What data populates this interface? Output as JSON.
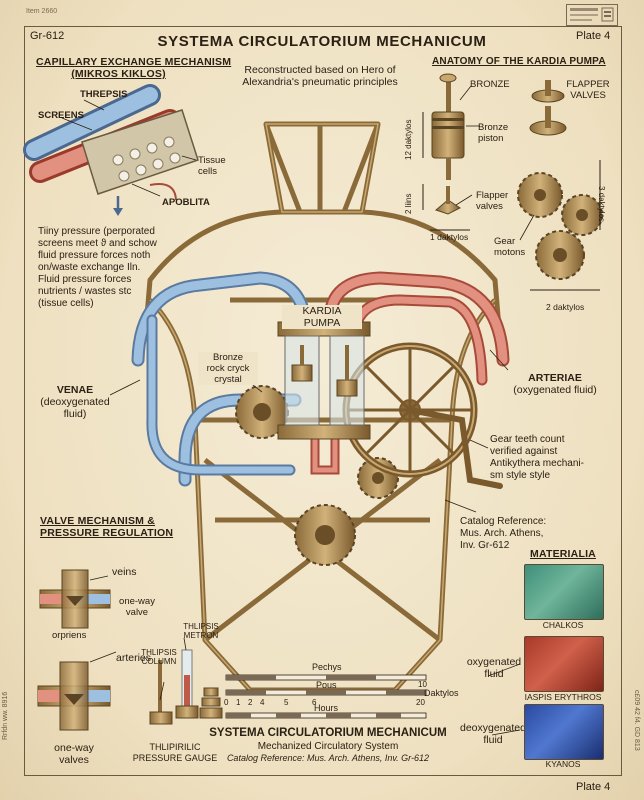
{
  "corners": {
    "item": "Item 2660",
    "top_left": "Gr-612",
    "top_right": "Plate 4",
    "bottom_right": "Plate 4",
    "left_margin": "Rrfdn ww. 8916",
    "right_margin": "c£09 42 f4. GD 813"
  },
  "title": "SYSTEMA CIRCULATORIUM MECHANICUM",
  "reconstructed": [
    "Reconstructed based on Hero of",
    "Alexandria's pneumatic principles"
  ],
  "capillary": {
    "heading": [
      "CAPILLARY EXCHANGE MECHANISM",
      "(MIKROS KIKLOS)"
    ],
    "labels": {
      "threpsis": "THREPSIS",
      "screens": "SCREENS",
      "tissue": [
        "Tissue",
        "cells"
      ],
      "apoblita": "APOBLITA"
    },
    "description": [
      "Tiiny pressure (perporated",
      "screens meet ϑ and schow",
      "fluid pressure forces noth",
      "on/waste exchange Iln.",
      "Fluid pressure forces",
      "nutrients / wastes stc",
      "(tissue cells)"
    ]
  },
  "anatomy": {
    "heading": "ANATOMY OF THE KARDIA PUMPA",
    "labels": {
      "bronze": "BRONZE",
      "flapper_valves": [
        "FLAPPER",
        "VALVES"
      ],
      "bronze_piston": [
        "Bronze",
        "piston"
      ],
      "dim_12": "12 daktylos",
      "dim_2": "2 liins",
      "flapper": [
        "Flapper",
        "valves"
      ],
      "dim_1": "1 daktylos",
      "dim_3": "3 daktylos",
      "gear_motons": [
        "Gear",
        "motons"
      ],
      "dim_2b": "2 daktylos"
    }
  },
  "main": {
    "kardia": [
      "KARDIA",
      "PUMPA"
    ],
    "crystal": [
      "Bronze",
      "rock cryck",
      "crystal"
    ],
    "venae": [
      "VENAE",
      "(deoxygenated",
      "fluid)"
    ],
    "arteriae": [
      "ARTERIAE",
      "(oxygenated fluid)"
    ],
    "gear_note": [
      "Gear teeth count",
      "verified against",
      "Antikythera mechani-",
      "sm style style"
    ],
    "catalog": [
      "Catalog Reference:",
      "Mus. Arch. Athens,",
      "Inv. Gr-612"
    ]
  },
  "valve": {
    "heading": [
      "VALVE MECHANISM &",
      "PRESSURE REGULATION"
    ],
    "veins": "veins",
    "one_way": [
      "one-way",
      "valve"
    ],
    "orpriens": "or​priens",
    "arteries": "arteries",
    "one_way_valves": [
      "one-way",
      "valves"
    ],
    "thlipsis_column": [
      "THLIPSIS",
      "COLUMN"
    ],
    "thlipsis_metron": [
      "THLIPSIS",
      "METRON"
    ],
    "gauge": [
      "THLIPIRILIC",
      "PRESSURE GAUGE"
    ]
  },
  "scale": {
    "pechys": "Pechys",
    "pous": "Pous",
    "ten": "10",
    "daktylos": "Daktylos",
    "ticks": [
      "0",
      "1",
      "2",
      "4",
      "5",
      "6",
      "20"
    ],
    "hours": "Hours"
  },
  "footer": {
    "title": "SYSTEMA CIRCULATORIUM MECHANICUM",
    "subtitle": "Mechanized Circulatory System",
    "catalog": "Catalog Reference: Mus. Arch. Athens, Inv. Gr-612"
  },
  "materialia": {
    "heading": "MATERIALIA",
    "chalkos": "CHALKOS",
    "oxygenated": [
      "oxygenated",
      "fluid"
    ],
    "iaspis": "IASPIS ERYTHROS",
    "deoxygenated": [
      "deoxygenated",
      "fluid"
    ],
    "kyanos": "KYANOS"
  },
  "colors": {
    "bronze": "#b08a50",
    "artery": "#d8786a",
    "vein": "#8fb0d2",
    "ink": "#2b2014"
  }
}
